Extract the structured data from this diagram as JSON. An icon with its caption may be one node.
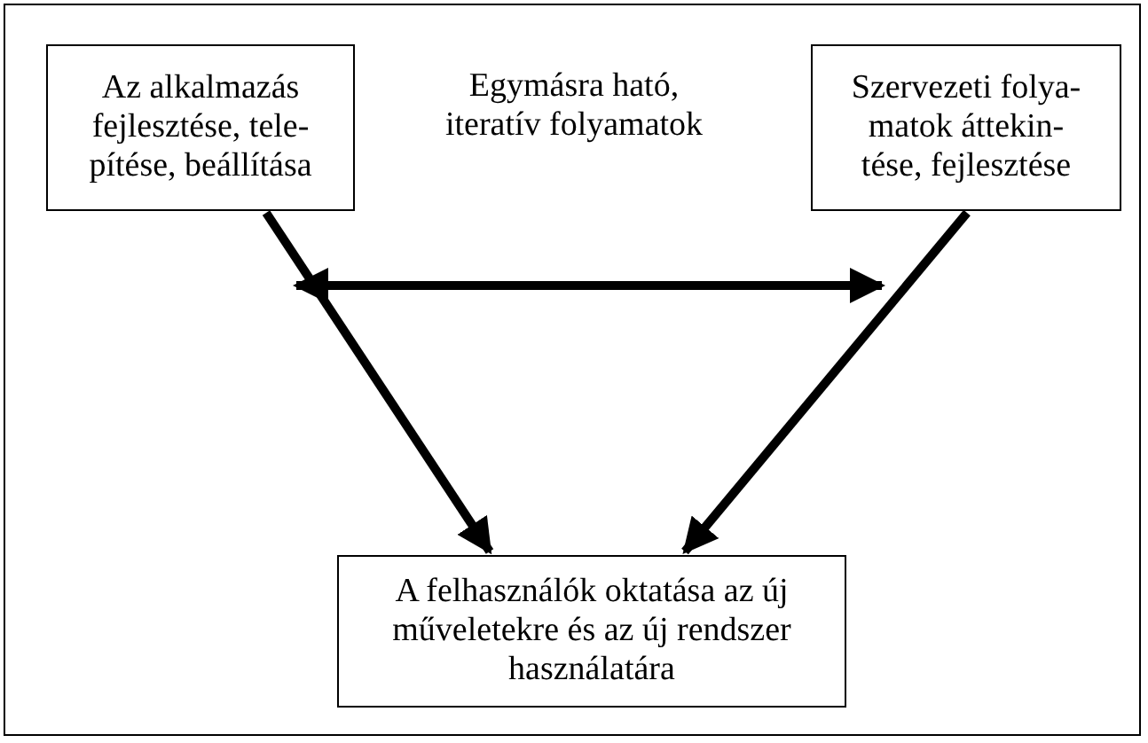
{
  "diagram": {
    "nodes": [
      {
        "text": [
          "Az alkalmazás fejlesztése, tele- pítése, beállítása"
        ]
      },
      {
        "text": [
          "Szervezeti folya- matok áttekin- tése, fejlesztése"
        ]
      },
      {
        "text": [
          "A felhasználók oktatása az új műveletekre és az új rendszer használatára"
        ]
      }
    ],
    "edges": [
      {
        "from": 0,
        "to": 1,
        "arrow": "both"
      },
      {
        "from": 0,
        "to": 2,
        "arrow": "to"
      },
      {
        "from": 1,
        "to": 2,
        "arrow": "to"
      }
    ],
    "labels": [
      "Egymásra ható, iteratív folyamatok"
    ]
  }
}
